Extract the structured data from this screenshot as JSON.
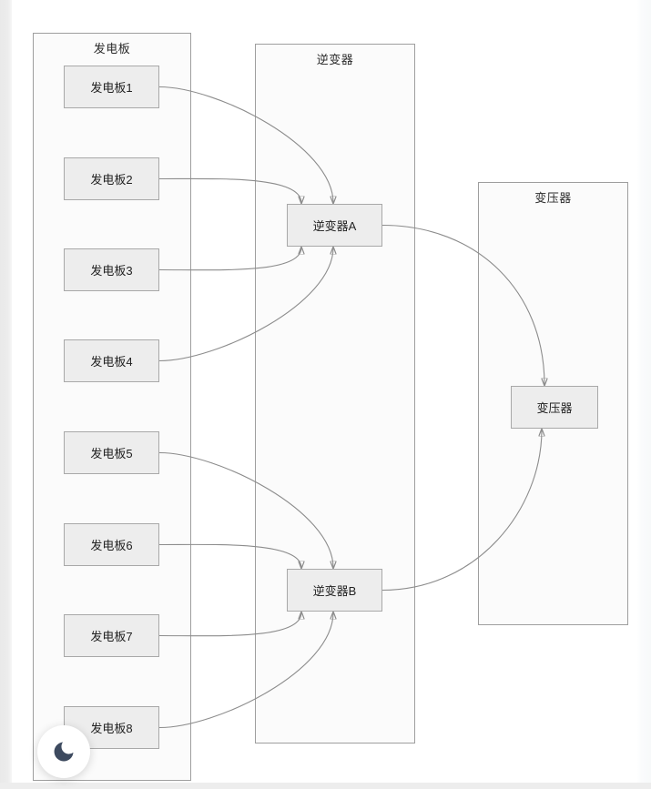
{
  "diagram": {
    "groups": [
      {
        "title": "发电板",
        "nodes": [
          {
            "label": "发电板1"
          },
          {
            "label": "发电板2"
          },
          {
            "label": "发电板3"
          },
          {
            "label": "发电板4"
          },
          {
            "label": "发电板5"
          },
          {
            "label": "发电板6"
          },
          {
            "label": "发电板7"
          },
          {
            "label": "发电板8"
          }
        ]
      },
      {
        "title": "逆变器",
        "nodes": [
          {
            "label": "逆变器A"
          },
          {
            "label": "逆变器B"
          }
        ]
      },
      {
        "title": "变压器",
        "nodes": [
          {
            "label": "变压器"
          }
        ]
      }
    ],
    "edges": [
      {
        "from": "发电板1",
        "to": "逆变器A"
      },
      {
        "from": "发电板2",
        "to": "逆变器A"
      },
      {
        "from": "发电板3",
        "to": "逆变器A"
      },
      {
        "from": "发电板4",
        "to": "逆变器A"
      },
      {
        "from": "发电板5",
        "to": "逆变器B"
      },
      {
        "from": "发电板6",
        "to": "逆变器B"
      },
      {
        "from": "发电板7",
        "to": "逆变器B"
      },
      {
        "from": "发电板8",
        "to": "逆变器B"
      },
      {
        "from": "逆变器A",
        "to": "变压器"
      },
      {
        "from": "逆变器B",
        "to": "变压器"
      }
    ],
    "colors": {
      "container_fill": "#fbfbfb",
      "container_border": "#9e9e9e",
      "node_fill": "#ededed",
      "node_border": "#a8a8a8",
      "edge": "#8c8c8c",
      "text": "#2b2b2b",
      "moon": "#3d4a5f"
    },
    "theme_toggle": {
      "icon": "moon-icon"
    }
  }
}
